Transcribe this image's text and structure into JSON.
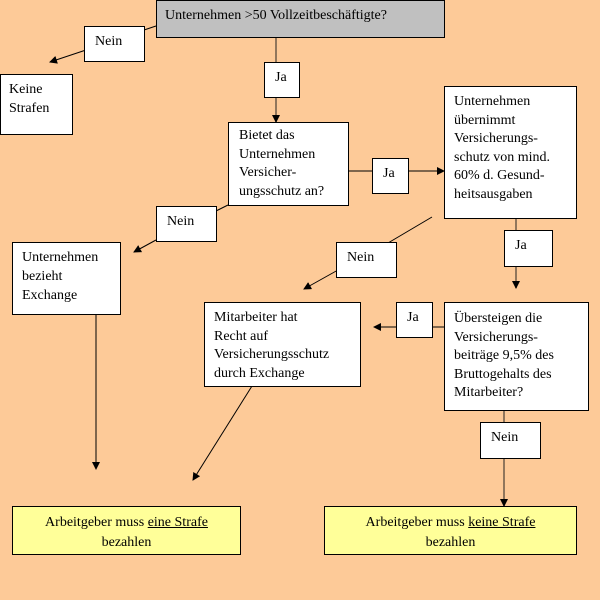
{
  "nodes": {
    "q_employees": "Unternehmen >50 Vollzeitbeschäftigte?",
    "no_penalties": [
      "Keine",
      "Strafen"
    ],
    "q_offers_insurance": [
      "Bietet das",
      "Unternehmen",
      "Versicher-",
      "ungsschutz an?"
    ],
    "q_covers_60": [
      "Unternehmen",
      "übernimmt",
      "Versicherungs-",
      "schutz von mind.",
      "60% d. Gesund-",
      "heitsausgaben"
    ],
    "company_exchange": [
      "Unternehmen",
      "bezieht",
      "Exchange"
    ],
    "employee_right": [
      "Mitarbeiter hat",
      "Recht auf",
      "Versicherungsschutz",
      "durch Exchange"
    ],
    "q_exceeds_9_5": [
      "Übersteigen die",
      "Versicherungs-",
      "beiträge 9,5% des",
      "Bruttogehalts des",
      "Mitarbeiter?"
    ],
    "result_penalty": {
      "prefix": "Arbeitgeber muss ",
      "underlined": "eine Strafe",
      "suffix": "bezahlen"
    },
    "result_no_penalty": {
      "prefix": "Arbeitgeber muss ",
      "underlined": "keine Strafe",
      "suffix": "bezahlen"
    }
  },
  "edge_labels": {
    "no": "Nein",
    "yes": "Ja"
  }
}
